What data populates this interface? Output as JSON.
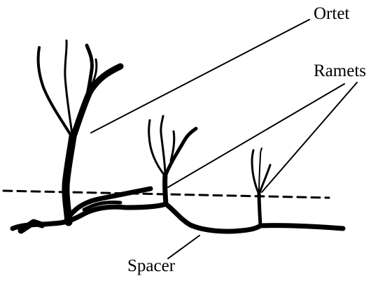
{
  "labels": {
    "ortet": "Ortet",
    "ramets": "Ramets",
    "spacer": "Spacer"
  },
  "colors": {
    "ink": "#000000",
    "background": "#ffffff"
  }
}
